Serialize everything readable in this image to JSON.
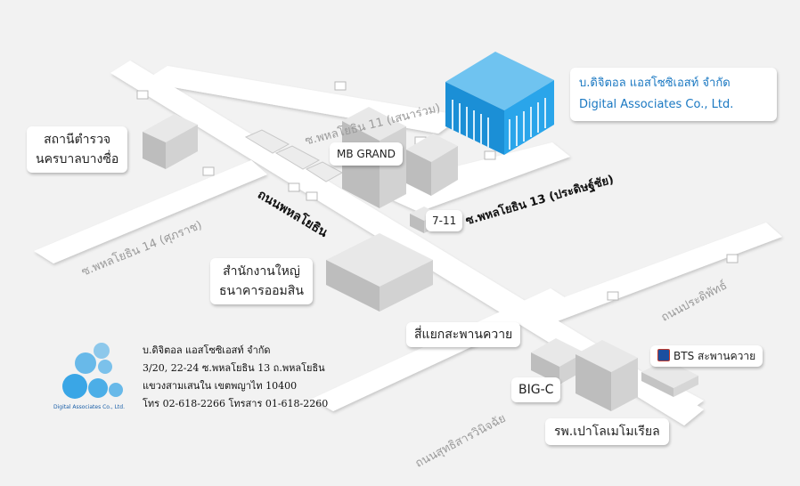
{
  "company": {
    "name_th": "บ.ดิจิตอล แอสโซซิเอสท์ จำกัด",
    "name_en": "Digital Associates Co., Ltd."
  },
  "logo": {
    "caption": "Digital Associates Co., Ltd.",
    "icon": "bubbles-logo",
    "color": "#3aa6e6"
  },
  "roads": {
    "soi11": "ซ.พหลโยธิน 11 (เสนาร่วม)",
    "soi13": "ซ.พหลโยธิน 13 (ประดิษฐ์ชัย)",
    "soi14": "ซ.พหลโยธิน 14 (ศุภราช)",
    "phahon": "ถนนพหลโยธิน",
    "pradiphat": "ถนนประดิพัทธ์",
    "sutthisan": "ถนนสุทธิสารวินิจฉัย"
  },
  "landmarks": {
    "police": [
      "สถานีตำรวจ",
      "นครบาลบางซื่อ"
    ],
    "mb_grand": "MB GRAND",
    "seven_eleven": "7-11",
    "gsb": [
      "สำนักงานใหญ่",
      "ธนาคารออมสิน"
    ],
    "intersection": "สี่แยกสะพานควาย",
    "bigc": "BIG-C",
    "bts": "BTS สะพานควาย",
    "hospital": "รพ.เปาโลเมโมเรียล"
  },
  "address": {
    "company": "บ.ดิจิตอล แอสโซซิเอสท์ จำกัด",
    "line1": "3/20, 22-24 ซ.พหลโยธิน 13 ถ.พหลโยธิน",
    "line2": "แขวงสามเสนใน เขตพญาไท 10400",
    "line3": "โทร 02-618-2266  โทรสาร 01-618-2260"
  },
  "colors": {
    "background": "#f2f2f2",
    "road": "#ffffff",
    "building": "#d5d5d5",
    "accent": "#1e9be0",
    "road_text": "#888888"
  }
}
